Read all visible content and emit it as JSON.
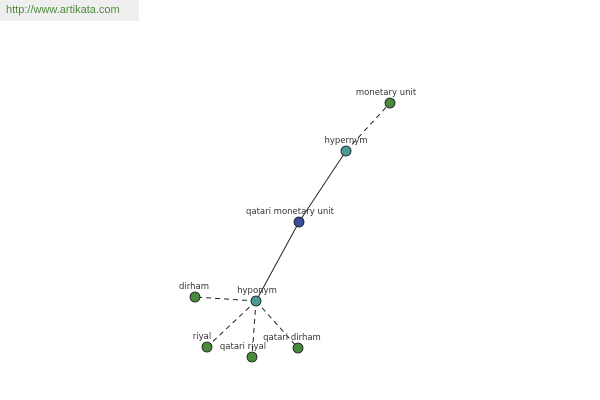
{
  "header": {
    "url": "http://www.artikata.com"
  },
  "colors": {
    "leaf": "#4a8a3d",
    "relation": "#4a9a96",
    "center": "#3a4f9a",
    "edge": "#222222"
  },
  "graph": {
    "nodes": [
      {
        "id": "qatari-monetary-unit",
        "label": "qatari monetary unit",
        "kind": "center"
      },
      {
        "id": "hypernym",
        "label": "hypernym",
        "kind": "relation"
      },
      {
        "id": "monetary-unit",
        "label": "monetary unit",
        "kind": "leaf"
      },
      {
        "id": "hyponym",
        "label": "hyponym",
        "kind": "relation"
      },
      {
        "id": "dirham",
        "label": "dirham",
        "kind": "leaf"
      },
      {
        "id": "riyal",
        "label": "riyal",
        "kind": "leaf"
      },
      {
        "id": "qatari-riyal",
        "label": "qatari riyal",
        "kind": "leaf"
      },
      {
        "id": "qatari-dirham",
        "label": "qatari dirham",
        "kind": "leaf"
      }
    ],
    "edges": [
      {
        "from": "qatari-monetary-unit",
        "to": "hypernym",
        "style": "solid"
      },
      {
        "from": "hypernym",
        "to": "monetary-unit",
        "style": "dashed"
      },
      {
        "from": "qatari-monetary-unit",
        "to": "hyponym",
        "style": "solid"
      },
      {
        "from": "hyponym",
        "to": "dirham",
        "style": "dashed"
      },
      {
        "from": "hyponym",
        "to": "riyal",
        "style": "dashed"
      },
      {
        "from": "hyponym",
        "to": "qatari-riyal",
        "style": "dashed"
      },
      {
        "from": "hyponym",
        "to": "qatari-dirham",
        "style": "dashed"
      }
    ]
  }
}
